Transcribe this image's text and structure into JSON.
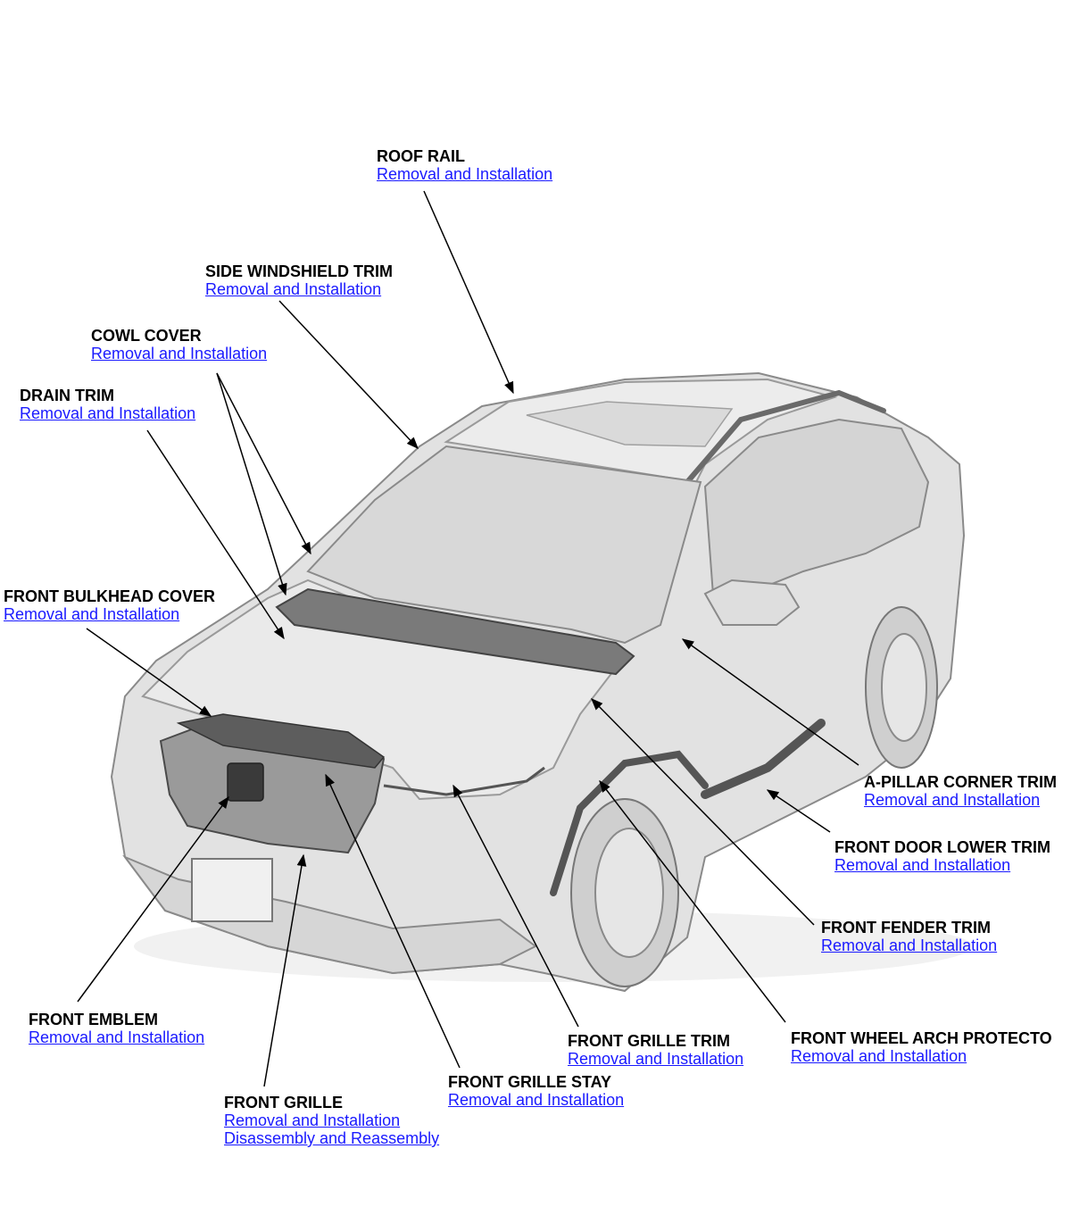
{
  "colors": {
    "link": "#1a1aff",
    "leader": "#000000",
    "vehicle_body": "#e2e2e2",
    "vehicle_shadow": "#bdbdbd",
    "vehicle_outline": "#8a8a8a",
    "dark_trim": "#555555"
  },
  "callouts": {
    "roof_rail": {
      "title": "ROOF RAIL",
      "links": [
        "Removal and Installation"
      ]
    },
    "side_windshield_trim": {
      "title": "SIDE WINDSHIELD TRIM",
      "links": [
        "Removal and Installation"
      ]
    },
    "cowl_cover": {
      "title": "COWL COVER",
      "links": [
        "Removal and Installation"
      ]
    },
    "drain_trim": {
      "title": "DRAIN TRIM",
      "links": [
        "Removal and Installation"
      ]
    },
    "front_bulkhead_cover": {
      "title": "FRONT BULKHEAD COVER",
      "links": [
        "Removal and Installation"
      ]
    },
    "a_pillar_corner_trim": {
      "title": "A-PILLAR CORNER TRIM",
      "links": [
        "Removal and Installation"
      ]
    },
    "front_door_lower_trim": {
      "title": "FRONT DOOR LOWER TRIM",
      "links": [
        "Removal and Installation"
      ]
    },
    "front_fender_trim": {
      "title": "FRONT FENDER TRIM",
      "links": [
        "Removal and Installation"
      ]
    },
    "front_wheel_arch_protector": {
      "title": "FRONT WHEEL ARCH PROTECTO",
      "links": [
        "Removal and Installation"
      ]
    },
    "front_emblem": {
      "title": "FRONT EMBLEM",
      "links": [
        "Removal and Installation"
      ]
    },
    "front_grille_trim": {
      "title": "FRONT GRILLE TRIM",
      "links": [
        "Removal and Installation"
      ]
    },
    "front_grille_stay": {
      "title": "FRONT GRILLE STAY",
      "links": [
        "Removal and Installation"
      ]
    },
    "front_grille": {
      "title": "FRONT GRILLE",
      "links": [
        "Removal and Installation",
        "Disassembly and Reassembly"
      ]
    }
  }
}
